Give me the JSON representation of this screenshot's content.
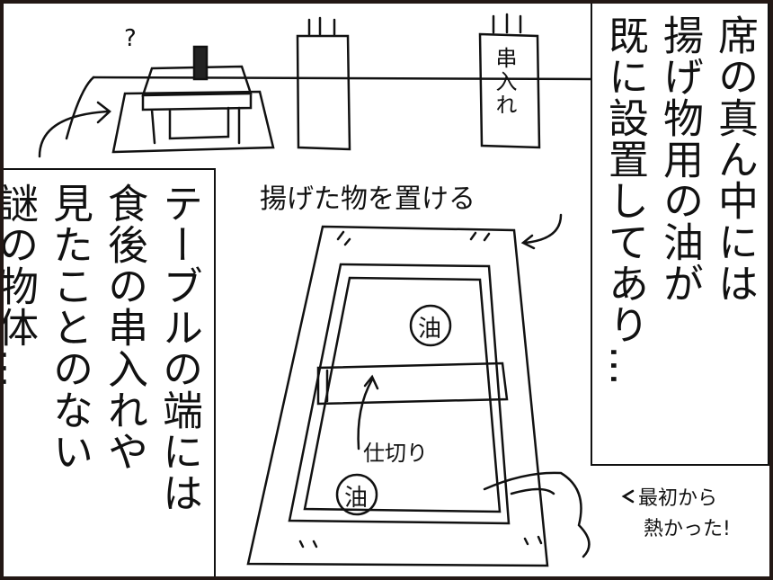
{
  "caption_right": {
    "lines": [
      "席の真ん中には",
      "揚げ物用の油が",
      "既に設置してあり…"
    ]
  },
  "caption_left": {
    "lines": [
      "テーブルの端には",
      "食後の串入れや",
      "見たことのない",
      "謎の物体…"
    ]
  },
  "labels": {
    "question": "?",
    "skewer_box": "串入れ",
    "tray_label": "揚げた物を置ける",
    "partition": "仕切り",
    "oil_top": "油",
    "oil_bottom": "油",
    "hot_note_1": "最初から",
    "hot_note_2": "熱かった!"
  }
}
